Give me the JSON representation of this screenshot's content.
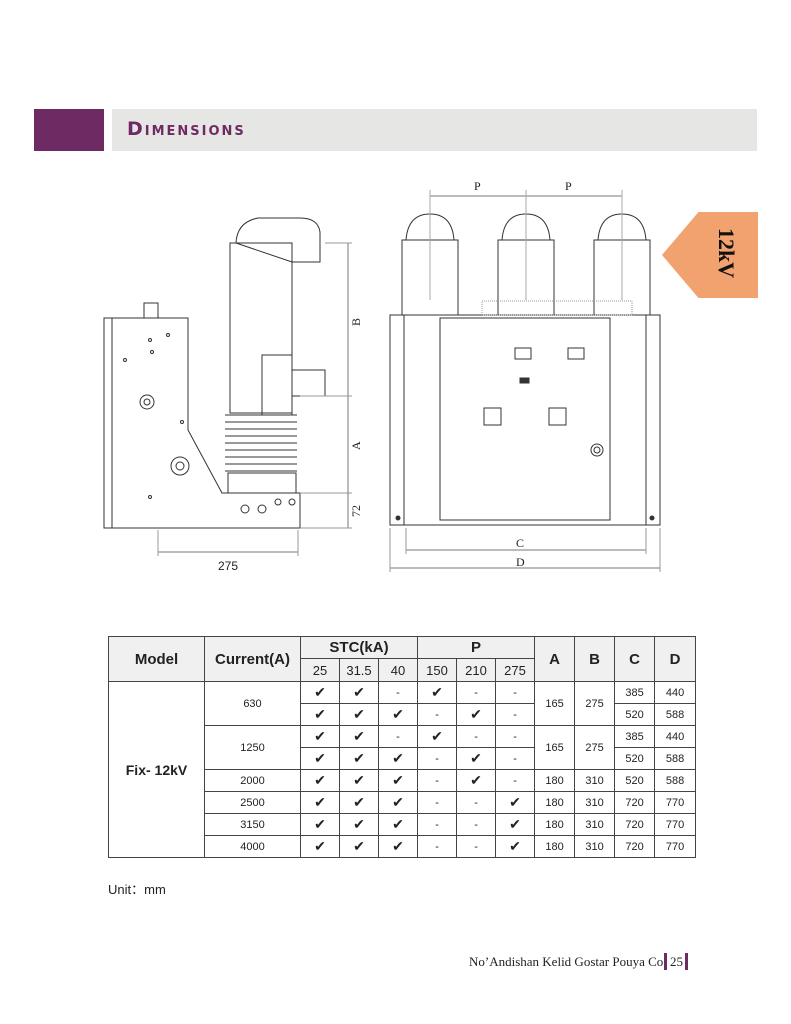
{
  "header": {
    "title": "Dimensions"
  },
  "side_tab": {
    "label": "12kV"
  },
  "drawing": {
    "dim_p1": "P",
    "dim_p2": "P",
    "dim_b": "B",
    "dim_a": "A",
    "dim_72": "72",
    "dim_275": "275",
    "dim_c": "C",
    "dim_d": "D"
  },
  "table": {
    "headers": {
      "model": "Model",
      "current": "Current(A)",
      "stc": "STC(kA)",
      "p": "P",
      "a": "A",
      "b": "B",
      "c": "C",
      "d": "D",
      "stc_sub": [
        "25",
        "31.5",
        "40"
      ],
      "p_sub": [
        "150",
        "210",
        "275"
      ]
    },
    "model_name": "Fix- 12kV",
    "check": "✔",
    "dash": "-",
    "groups": [
      {
        "current": "630",
        "a": "165",
        "b": "275",
        "rows": [
          {
            "stc": [
              "✔",
              "✔",
              "-"
            ],
            "p": [
              "✔",
              "-",
              "-"
            ],
            "c": "385",
            "d": "440"
          },
          {
            "stc": [
              "✔",
              "✔",
              "✔"
            ],
            "p": [
              "-",
              "✔",
              "-"
            ],
            "c": "520",
            "d": "588"
          }
        ]
      },
      {
        "current": "1250",
        "a": "165",
        "b": "275",
        "rows": [
          {
            "stc": [
              "✔",
              "✔",
              "-"
            ],
            "p": [
              "✔",
              "-",
              "-"
            ],
            "c": "385",
            "d": "440"
          },
          {
            "stc": [
              "✔",
              "✔",
              "✔"
            ],
            "p": [
              "-",
              "✔",
              "-"
            ],
            "c": "520",
            "d": "588"
          }
        ]
      },
      {
        "current": "2000",
        "a": "180",
        "b": "310",
        "rows": [
          {
            "stc": [
              "✔",
              "✔",
              "✔"
            ],
            "p": [
              "-",
              "✔",
              "-"
            ],
            "c": "520",
            "d": "588"
          }
        ]
      },
      {
        "current": "2500",
        "a": "180",
        "b": "310",
        "rows": [
          {
            "stc": [
              "✔",
              "✔",
              "✔"
            ],
            "p": [
              "-",
              "-",
              "✔"
            ],
            "c": "720",
            "d": "770"
          }
        ]
      },
      {
        "current": "3150",
        "a": "180",
        "b": "310",
        "rows": [
          {
            "stc": [
              "✔",
              "✔",
              "✔"
            ],
            "p": [
              "-",
              "-",
              "✔"
            ],
            "c": "720",
            "d": "770"
          }
        ]
      },
      {
        "current": "4000",
        "a": "180",
        "b": "310",
        "rows": [
          {
            "stc": [
              "✔",
              "✔",
              "✔"
            ],
            "p": [
              "-",
              "-",
              "✔"
            ],
            "c": "720",
            "d": "770"
          }
        ]
      }
    ]
  },
  "unit": "Unit：mm",
  "footer": {
    "company": "No’Andishan Kelid Gostar Pouya Co.",
    "page": "25"
  },
  "colors": {
    "accent": "#6e2a63",
    "header_bar": "#e6e6e4",
    "tab": "#f2a26f"
  }
}
